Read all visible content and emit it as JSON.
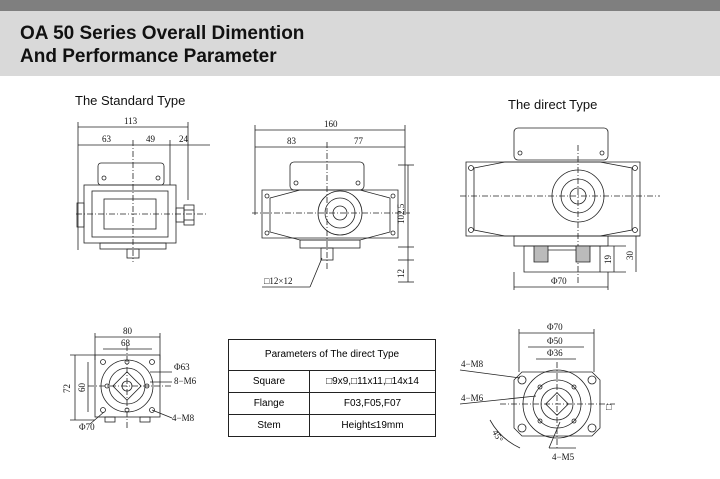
{
  "header": {
    "title_line1": "OA 50  Series Overall Dimention",
    "title_line2": "And Performance Parameter"
  },
  "labels": {
    "standard_type": "The Standard Type",
    "direct_type": "The direct Type"
  },
  "dims": {
    "d113": "113",
    "d63": "63",
    "d49": "49",
    "d24": "24",
    "d160": "160",
    "d83": "83",
    "d77": "77",
    "d102_5": "102.5",
    "d12": "12",
    "sq12": "□12×12",
    "d19": "19",
    "d30": "30",
    "phi70_top": "Φ70",
    "d80": "80",
    "d68": "68",
    "d72": "72",
    "d60": "60",
    "phi63": "Φ63",
    "m6_8": "8−M6",
    "m8_4_left": "4−M8",
    "phi70_left": "Φ70",
    "phi70_r": "Φ70",
    "phi50_r": "Φ50",
    "phi36_r": "Φ36",
    "m8_4_right": "4−M8",
    "m6_4_right": "4−M6",
    "angle45": "45°",
    "m5_4": "4−M5",
    "sq_symbol": "□"
  },
  "params": {
    "title": "Parameters of The direct Type",
    "rows": [
      {
        "key": "Square",
        "value": "□9x9,□11x11,□14x14"
      },
      {
        "key": "Flange",
        "value": "F03,F05,F07"
      },
      {
        "key": "Stem",
        "value": "Height≤19mm"
      }
    ]
  }
}
